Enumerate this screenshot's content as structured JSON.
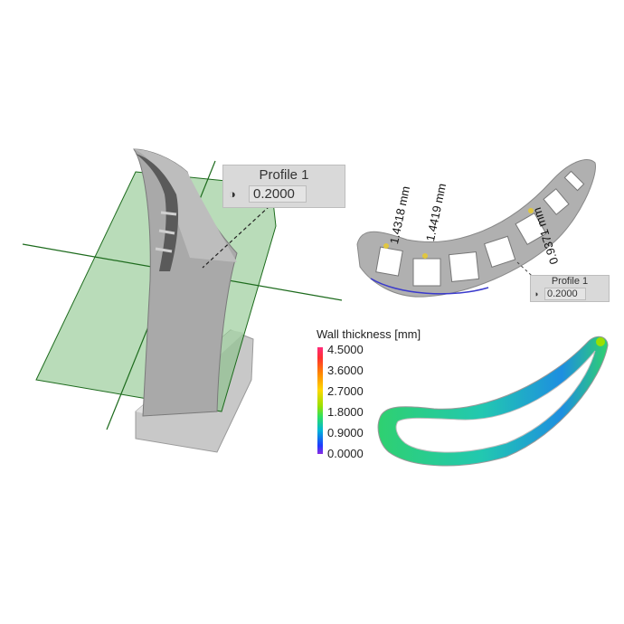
{
  "profile_callout_large": {
    "title": "Profile 1",
    "value": "0.2000"
  },
  "profile_callout_small": {
    "title": "Profile 1",
    "value": "0.2000"
  },
  "measurements": [
    "1.4318 mm",
    "1.4419 mm",
    "0.9371 mm"
  ],
  "legend": {
    "title": "Wall thickness [mm]",
    "ticks": [
      "4.5000",
      "3.6000",
      "2.7000",
      "1.8000",
      "0.9000",
      "0.0000"
    ]
  },
  "colors": {
    "plane": "#7fbf7f",
    "plane_edge": "#1d6b1d",
    "part_gray": "#a9a9a9"
  }
}
